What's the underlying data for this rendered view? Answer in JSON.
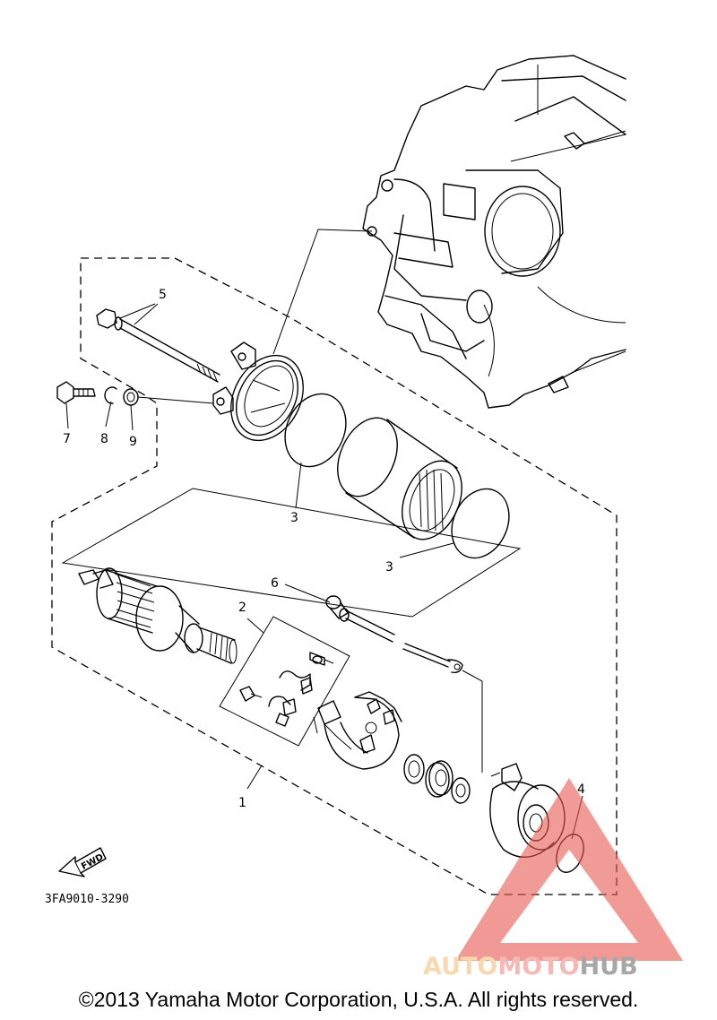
{
  "callouts": {
    "c1": "1",
    "c2": "2",
    "c3a": "3",
    "c3b": "3",
    "c4": "4",
    "c5": "5",
    "c6": "6",
    "c7": "7",
    "c8": "8",
    "c9": "9"
  },
  "fwd_label": "FWD",
  "diagram_code": "3FA9010-3290",
  "watermark": {
    "part1": "AUTO",
    "part2": "MOTO",
    "part3": "HUB",
    "color1": "#f5c07a",
    "color2": "#f08a84",
    "color3": "#6d6d6d",
    "triangle_color": "#e85850"
  },
  "copyright": "©2013 Yamaha Motor Corporation, U.S.A. All rights reserved."
}
